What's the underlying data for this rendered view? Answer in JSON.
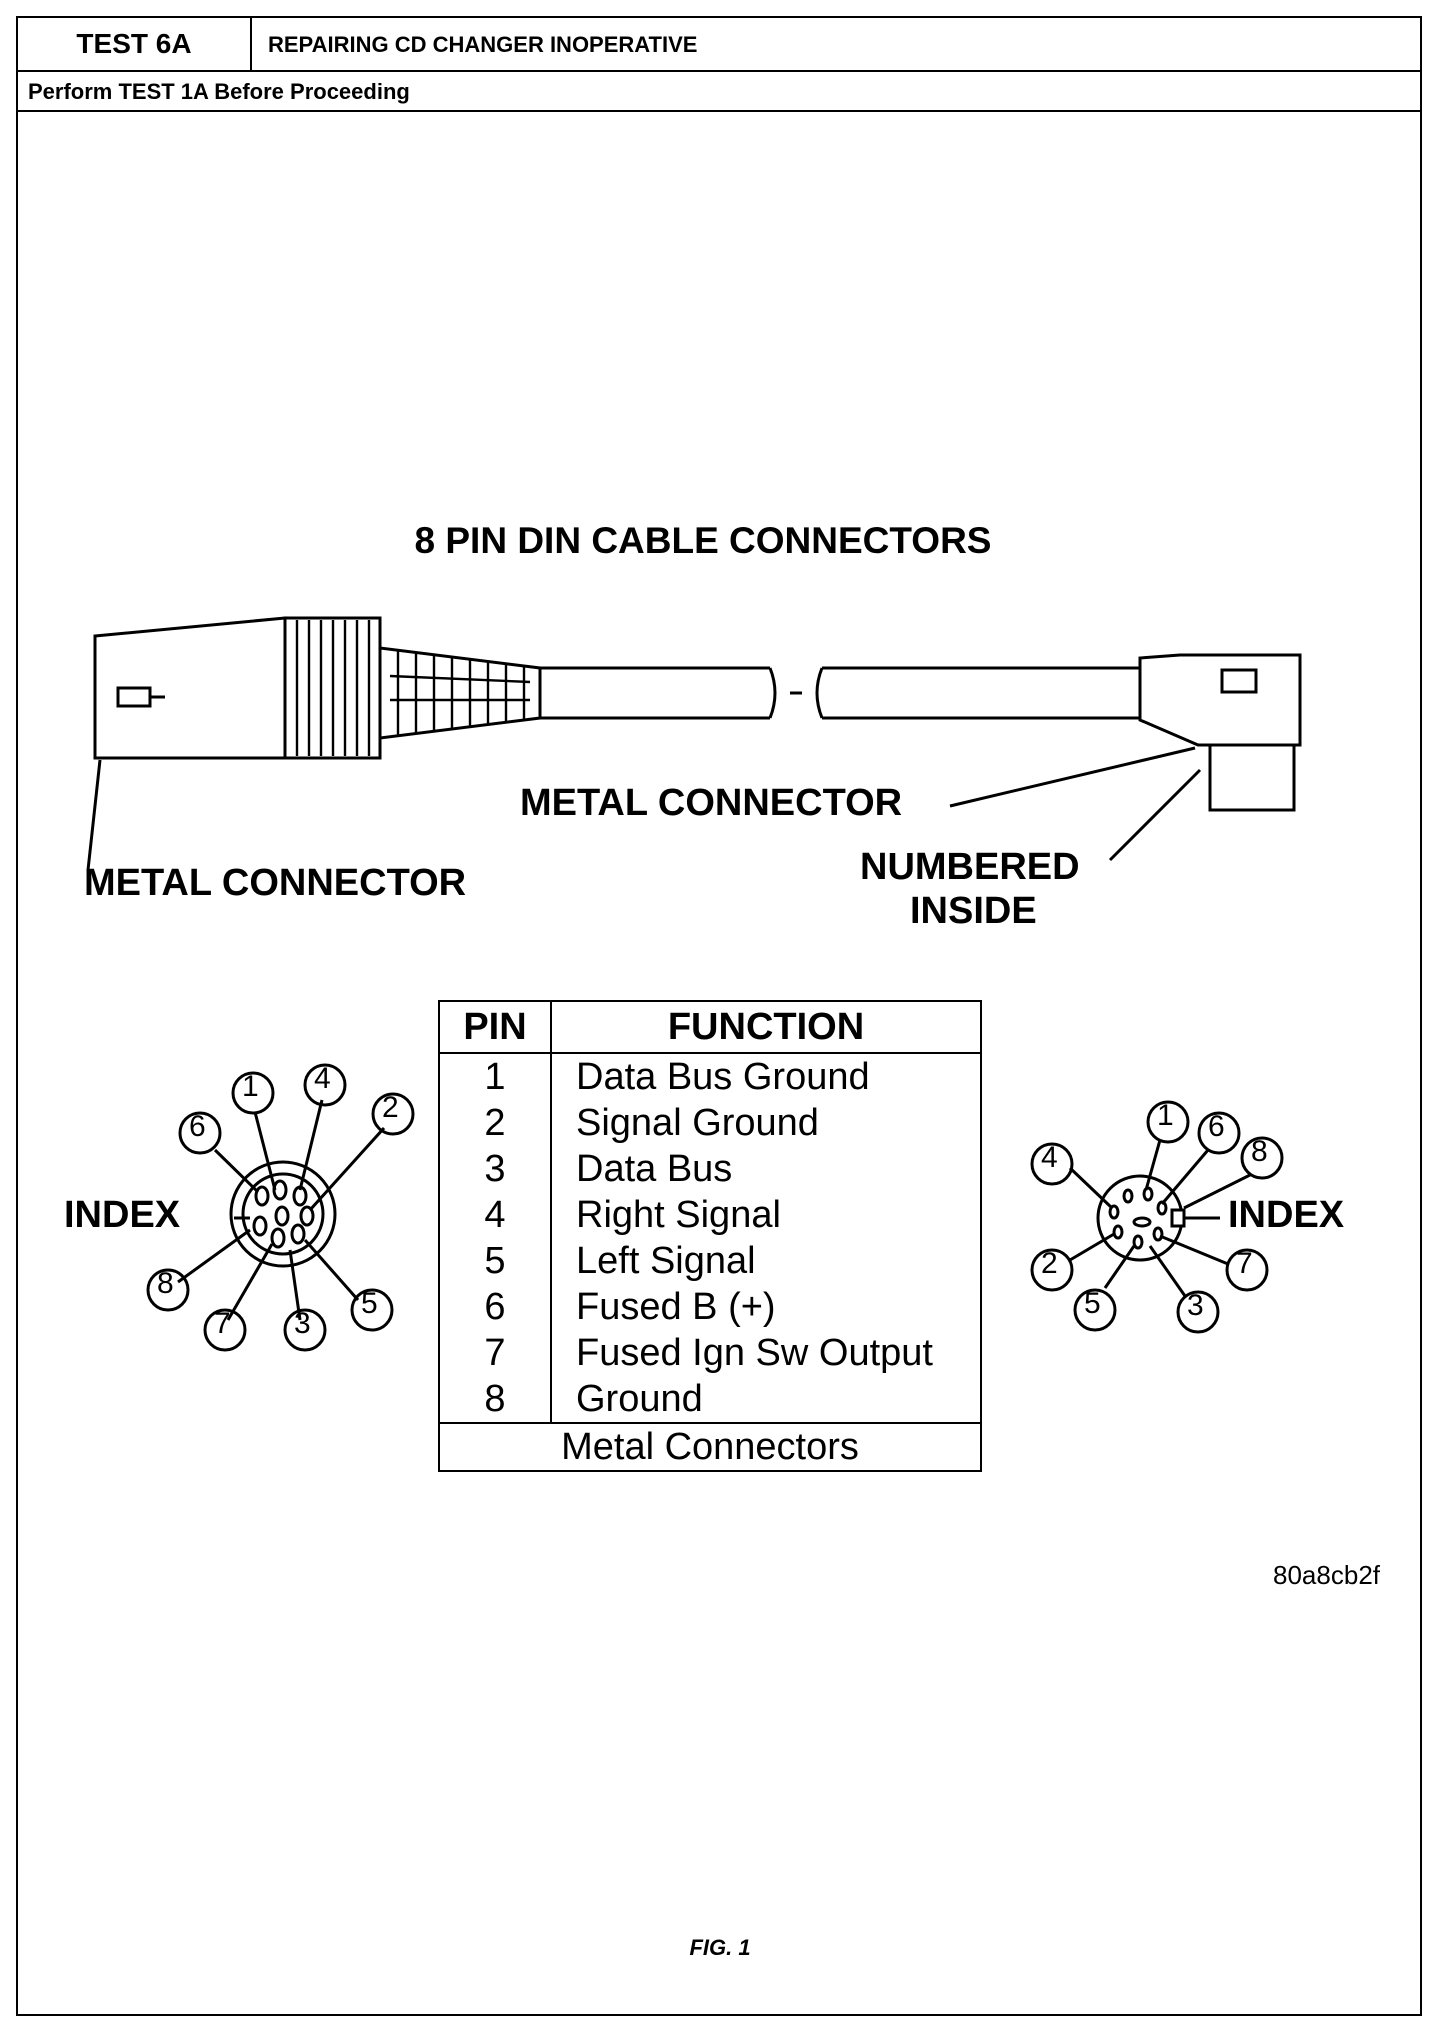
{
  "header": {
    "test_id": "TEST 6A",
    "title": "REPAIRING CD CHANGER INOPERATIVE",
    "prerequisite": "Perform TEST 1A Before Proceeding"
  },
  "diagram": {
    "title": "8 PIN DIN CABLE CONNECTORS",
    "callouts": {
      "left_metal_connector": "METAL CONNECTOR",
      "right_metal_connector": "METAL CONNECTOR",
      "numbered_inside_1": "NUMBERED",
      "numbered_inside_2": "INSIDE"
    },
    "index_left": "INDEX",
    "index_right": "INDEX",
    "pin_numbers": [
      "1",
      "2",
      "3",
      "4",
      "5",
      "6",
      "7",
      "8"
    ]
  },
  "pin_table": {
    "header_pin": "PIN",
    "header_function": "FUNCTION",
    "rows": [
      {
        "pin": "1",
        "function": "Data Bus Ground"
      },
      {
        "pin": "2",
        "function": "Signal Ground"
      },
      {
        "pin": "3",
        "function": "Data Bus"
      },
      {
        "pin": "4",
        "function": "Right Signal"
      },
      {
        "pin": "5",
        "function": "Left Signal"
      },
      {
        "pin": "6",
        "function": "Fused B (+)"
      },
      {
        "pin": "7",
        "function": "Fused Ign Sw Output"
      },
      {
        "pin": "8",
        "function": "Ground"
      }
    ],
    "footer": "Metal Connectors"
  },
  "figure_code": "80a8cb2f",
  "figure_caption": "FIG. 1"
}
